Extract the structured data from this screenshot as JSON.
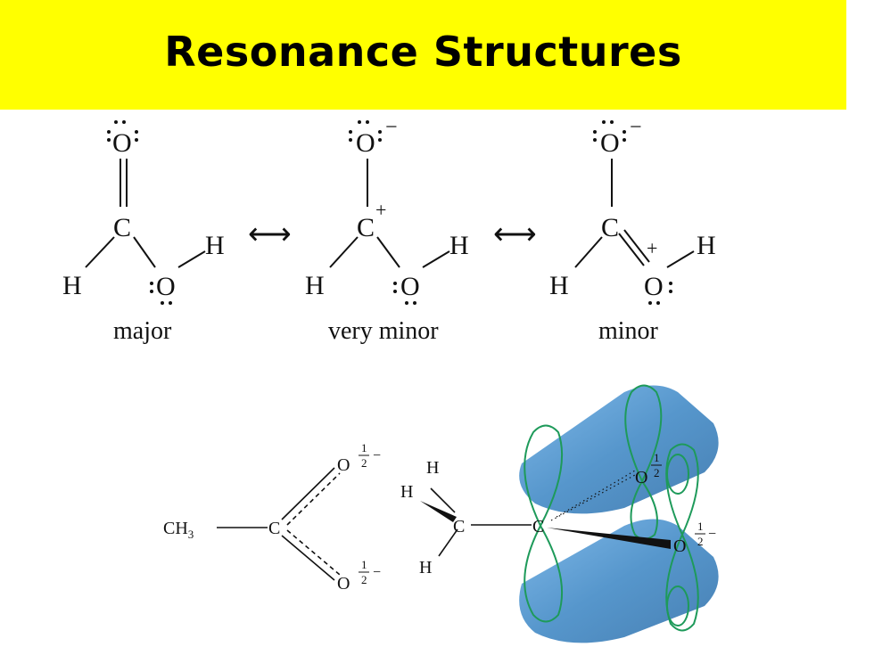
{
  "title": "Resonance Structures",
  "colors": {
    "title_bg": "#ffff00",
    "orbital_fill": "#3f88c5",
    "orbital_outline": "#1e9a5a"
  },
  "resonance": {
    "structures": [
      {
        "label": "major",
        "top_o": "O",
        "c": "C",
        "c_charge": "",
        "o_charge": "",
        "lower_o": "O",
        "lower_o_charge": "",
        "h_left": "H",
        "h_right": "H"
      },
      {
        "label": "very minor",
        "top_o": "O",
        "top_o_charge": "−",
        "c": "C",
        "c_charge": "+",
        "lower_o": "O",
        "h_left": "H",
        "h_right": "H"
      },
      {
        "label": "minor",
        "top_o": "O",
        "top_o_charge": "−",
        "c": "C",
        "lower_o": "O",
        "lower_o_charge": "+",
        "h_left": "H",
        "h_right": "H"
      }
    ],
    "arrow": "⟷"
  },
  "acetate": {
    "ch3": "CH",
    "ch3_sub": "3",
    "c": "C",
    "o_top": "O",
    "o_bottom": "O",
    "frac_num": "1",
    "frac_den": "2",
    "minus": "−"
  },
  "orbital_model": {
    "h1": "H",
    "h2": "H",
    "h3": "H",
    "c_methyl": "C",
    "c_carboxyl": "C",
    "o_top": "O",
    "o_right": "O",
    "frac_num": "1",
    "frac_den": "2",
    "minus": "−"
  }
}
